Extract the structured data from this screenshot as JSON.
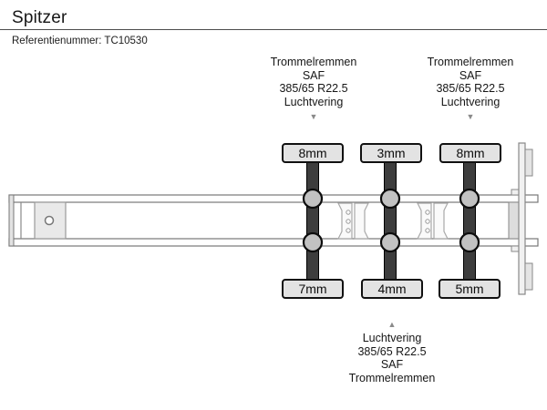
{
  "header": {
    "title": "Spitzer",
    "reference": "Referentienummer: TC10530"
  },
  "spec_blocks": {
    "top": [
      {
        "lines": [
          "Trommelremmen",
          "SAF",
          "385/65 R22.5",
          "Luchtvering"
        ]
      },
      {
        "lines": [
          "Trommelremmen",
          "SAF",
          "385/65 R22.5",
          "Luchtvering"
        ]
      }
    ],
    "bottom": {
      "lines": [
        "Luchtvering",
        "385/65 R22.5",
        "SAF",
        "Trommelremmen"
      ]
    }
  },
  "axles": [
    {
      "top_mm": "8mm",
      "bottom_mm": "7mm"
    },
    {
      "top_mm": "3mm",
      "bottom_mm": "4mm"
    },
    {
      "top_mm": "8mm",
      "bottom_mm": "5mm"
    }
  ],
  "icons": {
    "down_arrow": "▼",
    "up_arrow": "▲"
  },
  "colors": {
    "axle_bar": "#3d3d3d",
    "wheel_fill": "#c2c2c2",
    "box_fill": "#e3e3e3",
    "rail_stroke": "#777777",
    "arrow_gray": "#8a8a8a"
  }
}
